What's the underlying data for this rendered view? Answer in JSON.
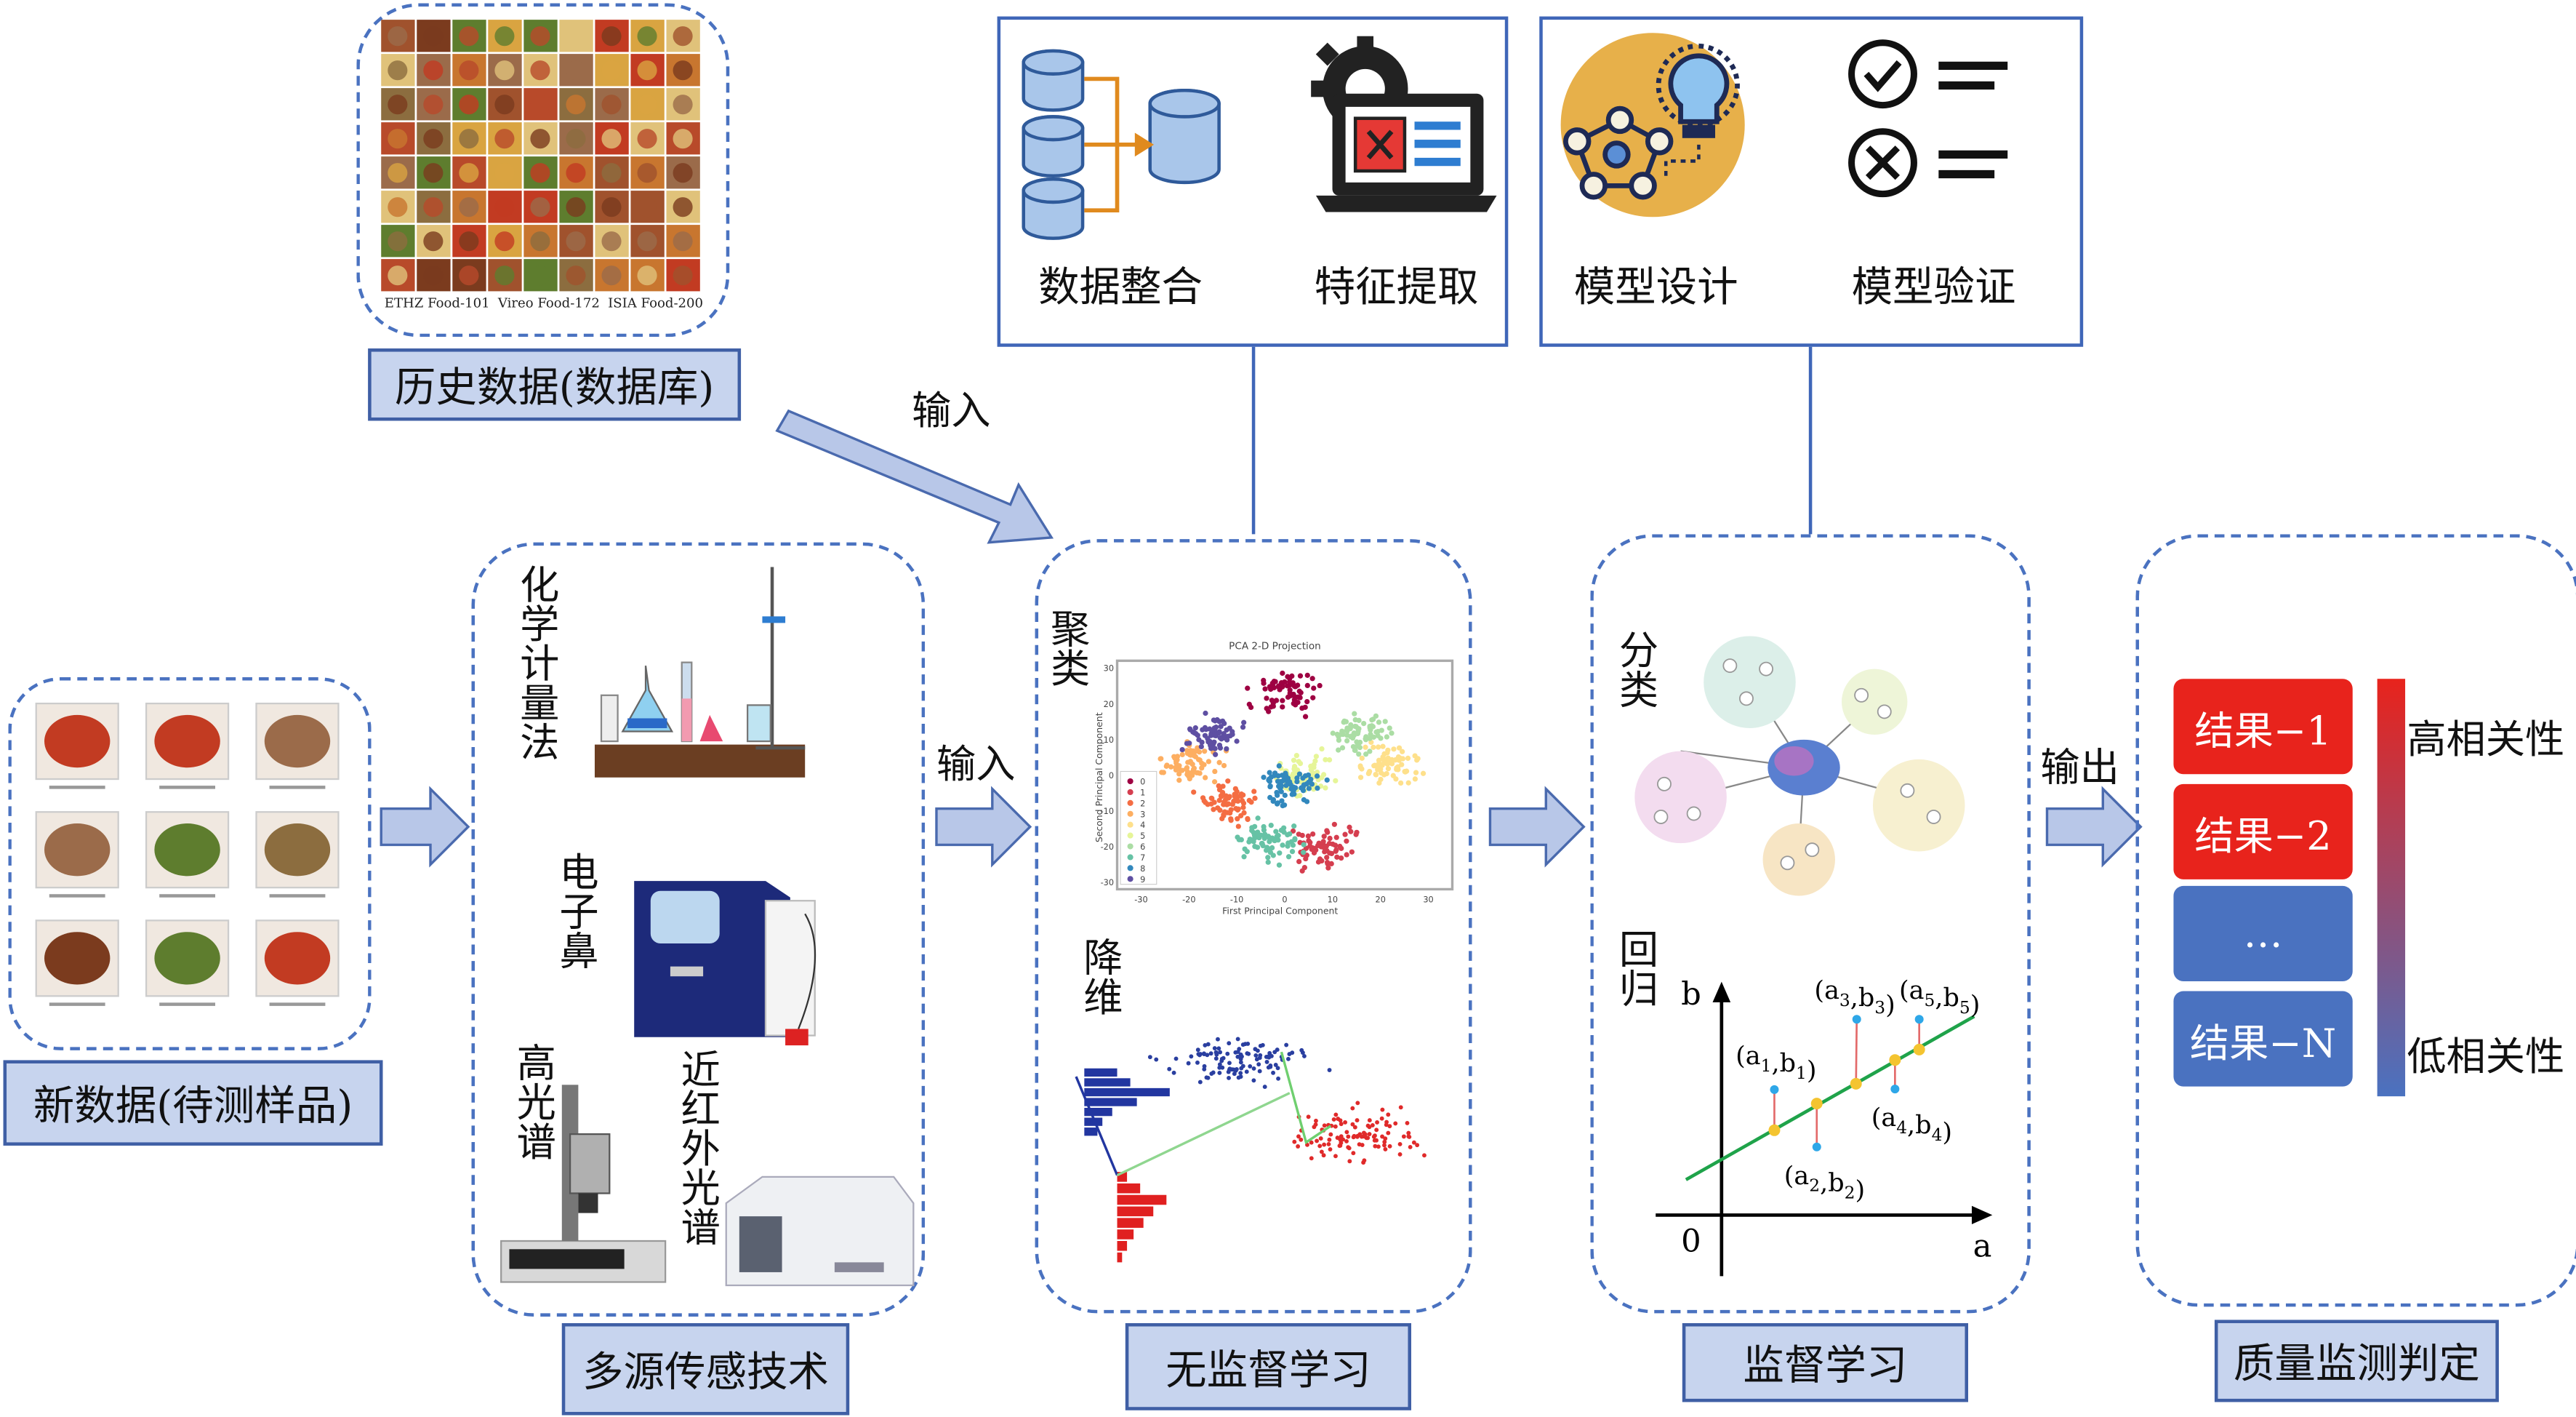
{
  "history": {
    "label": "历史数据(数据库)",
    "datasets": [
      "ETHZ Food-101",
      "Vireo Food-172",
      "ISIA Food-200"
    ]
  },
  "new_data": {
    "label": "新数据(待测样品)"
  },
  "arrows": {
    "input_top": "输入",
    "input_mid": "输入",
    "output": "输出"
  },
  "top_boxes": [
    {
      "items": [
        {
          "label": "数据整合",
          "icon": "database-merge-icon"
        },
        {
          "label": "特征提取",
          "icon": "computer-gear-icon"
        }
      ]
    },
    {
      "items": [
        {
          "label": "模型设计",
          "icon": "network-lightbulb-icon"
        },
        {
          "label": "模型验证",
          "icon": "check-cross-list-icon"
        }
      ]
    }
  ],
  "sensing": {
    "label": "多源传感技术",
    "methods": [
      "化学计量法",
      "电子鼻",
      "高光谱",
      "近红外光谱"
    ]
  },
  "unsupervised": {
    "label": "无监督学习",
    "clustering": "聚类",
    "reduction": "降维",
    "pca": {
      "title": "PCA 2-D Projection",
      "xlabel": "First Principal Component",
      "ylabel": "Second Principal Component",
      "xticks": [
        "-30",
        "-20",
        "-10",
        "0",
        "10",
        "20",
        "30"
      ],
      "yticks": [
        "30",
        "20",
        "10",
        "0",
        "-10",
        "-20",
        "-30"
      ],
      "legend": [
        "0",
        "1",
        "2",
        "3",
        "4",
        "5",
        "6",
        "7",
        "8",
        "9"
      ],
      "colors": [
        "#9e0142",
        "#d53e4f",
        "#f46d43",
        "#fdae61",
        "#fee08b",
        "#e6f598",
        "#abdda4",
        "#66c2a5",
        "#3288bd",
        "#5e4fa2"
      ]
    }
  },
  "supervised": {
    "label": "监督学习",
    "classification": "分类",
    "regression": {
      "title": "回归",
      "x_axis": "a",
      "y_axis": "b",
      "origin": "0",
      "points": [
        {
          "a": "a",
          "sub": "1",
          "b": "b"
        },
        {
          "a": "a",
          "sub": "2",
          "b": "b"
        },
        {
          "a": "a",
          "sub": "3",
          "b": "b"
        },
        {
          "a": "a",
          "sub": "4",
          "b": "b"
        },
        {
          "a": "a",
          "sub": "5",
          "b": "b"
        }
      ]
    }
  },
  "quality": {
    "label": "质量监测判定",
    "results": [
      "结果−1",
      "结果−2",
      "…",
      "结果−N"
    ],
    "high": "高相关性",
    "low": "低相关性",
    "colors": {
      "high": "#e8231c",
      "low": "#4a72c0"
    }
  }
}
